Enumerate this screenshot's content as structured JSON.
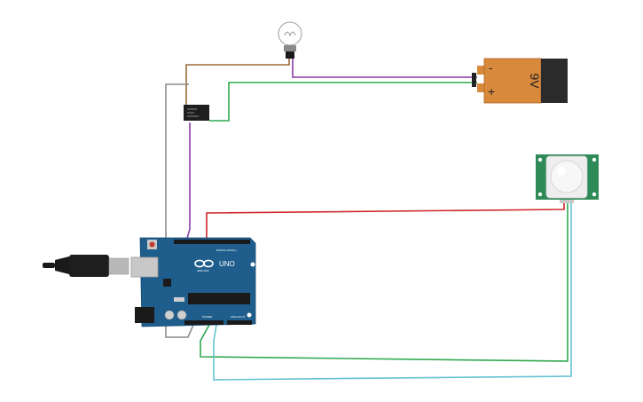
{
  "battery": {
    "label": "9V",
    "plus": "+",
    "minus": "-"
  },
  "arduino": {
    "logo_text": "UNO",
    "brand": "ARDUINO",
    "digital_label": "DIGITAL (PWM~)",
    "power_label": "POWER",
    "analog_label": "ANALOG IN"
  },
  "colors": {
    "board": "#1f5e8c",
    "pir_board": "#2e8b57",
    "battery_body": "#d9893b",
    "battery_cap": "#2b2b2b",
    "wire_red": "#d0282c",
    "wire_green": "#2fa84f",
    "wire_cyan": "#66c2d2",
    "wire_brown": "#9a6a3a",
    "wire_purple": "#8a3ca8",
    "wire_gray": "#8c8c8c"
  }
}
